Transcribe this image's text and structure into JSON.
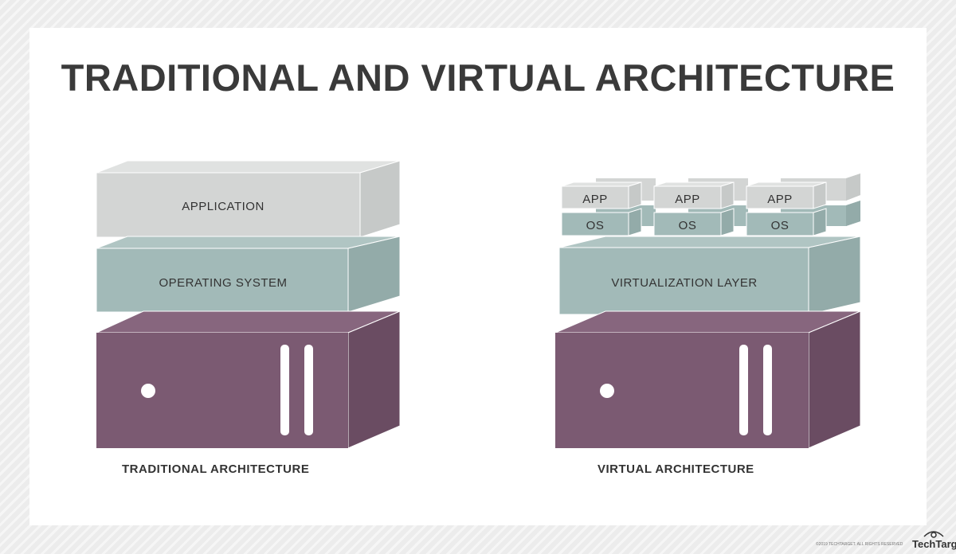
{
  "title": "TRADITIONAL AND VIRTUAL ARCHITECTURE",
  "traditional": {
    "caption": "TRADITIONAL ARCHITECTURE",
    "layers": [
      "APPLICATION",
      "OPERATING SYSTEM"
    ]
  },
  "virtual": {
    "caption": "VIRTUAL ARCHITECTURE",
    "app": "APP",
    "os": "OS",
    "layer": "VIRTUALIZATION LAYER"
  },
  "footer": {
    "copyright": "©2019 TECHTARGET. ALL RIGHTS RESERVED",
    "logo": "TechTarget"
  },
  "colors": {
    "gray": "#d3d5d4",
    "teal": "#a2bab8",
    "purple": "#7b5a72"
  }
}
